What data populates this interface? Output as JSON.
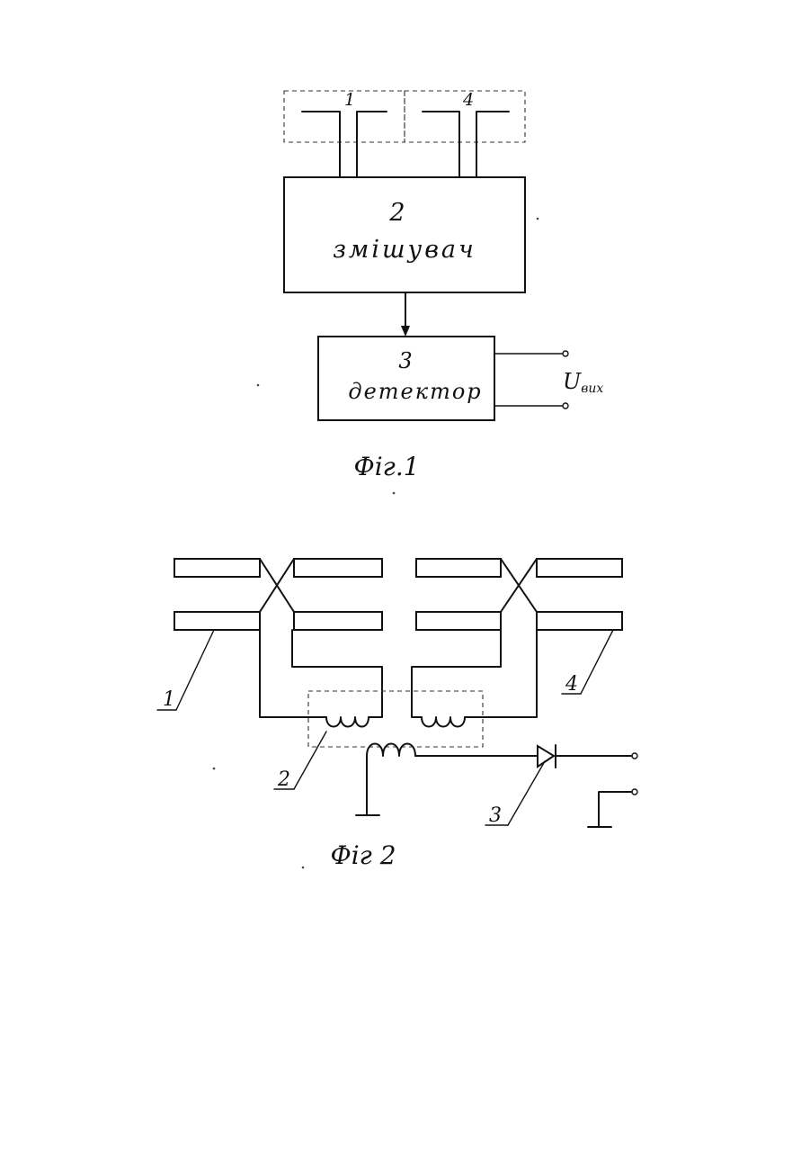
{
  "fig1": {
    "caption": "Фіг.1",
    "antenna_left": {
      "label": "1"
    },
    "antenna_right": {
      "label": "4"
    },
    "mixer": {
      "number": "2",
      "label": "змішувач"
    },
    "detector": {
      "number": "3",
      "label": "детектор"
    },
    "output": {
      "label": "U",
      "subscript": "вих"
    }
  },
  "fig2": {
    "caption": "Фіг 2",
    "labels": {
      "antenna_left": "1",
      "transformer": "2",
      "diode": "3",
      "antenna_right": "4"
    }
  }
}
